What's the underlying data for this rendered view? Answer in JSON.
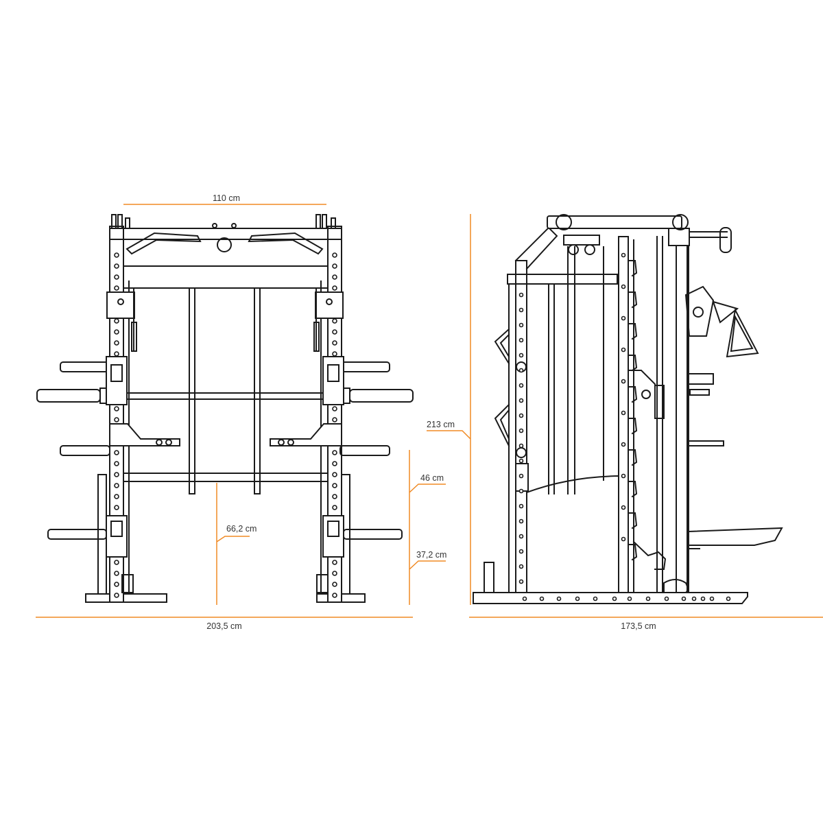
{
  "accent_color": "#f08a24",
  "line_color": "#1a1a1a",
  "dimensions": {
    "front_top_width": "110 cm",
    "front_total_width": "203,5 cm",
    "bar_height": "66,2 cm",
    "spotter_height_upper": "46 cm",
    "spotter_height_lower": "37,2 cm",
    "total_height": "213 cm",
    "side_total_depth": "173,5 cm"
  }
}
